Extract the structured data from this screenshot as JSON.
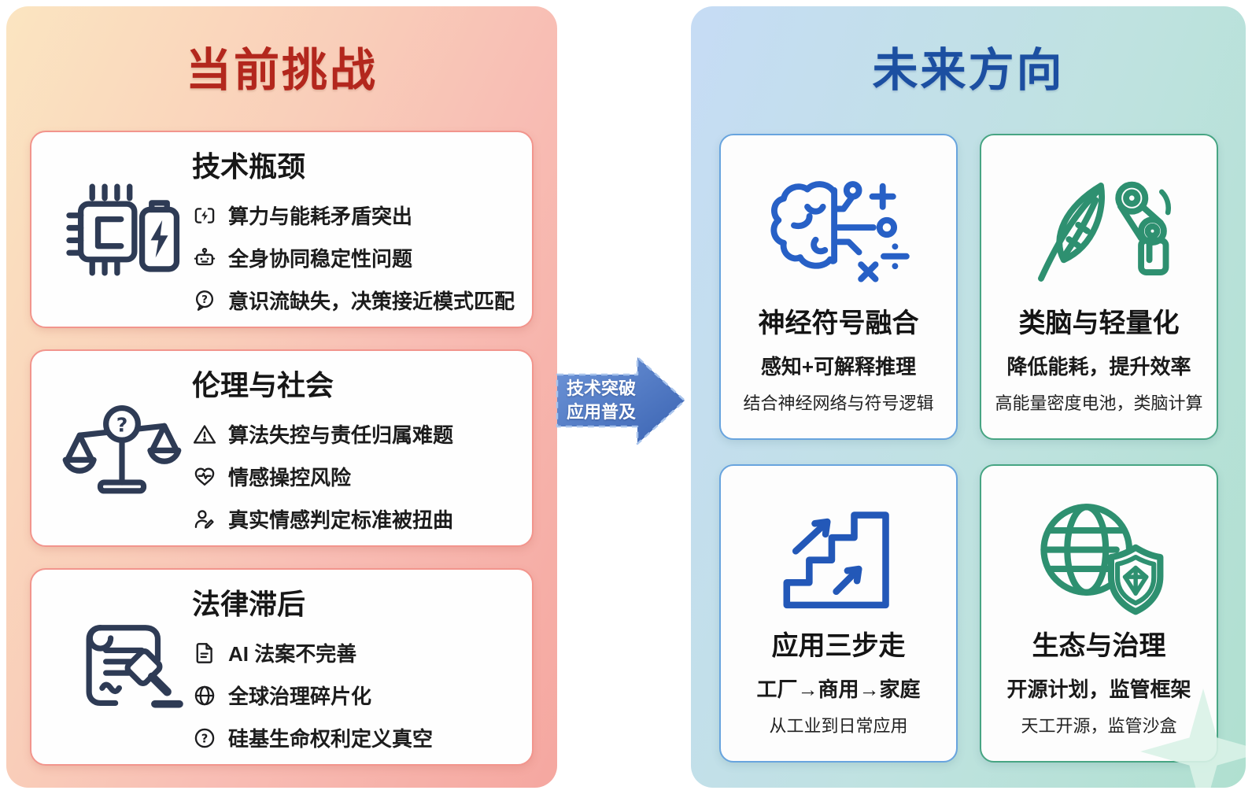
{
  "left_panel": {
    "title": "当前挑战",
    "title_color": "#B3271D",
    "bg_gradient": [
      "#FBE5C1",
      "#F5A7A0"
    ],
    "card_border_color": "#F2958D",
    "cards": [
      {
        "icon": "chip-battery-icon",
        "title": "技术瓶颈",
        "items": [
          {
            "icon": "battery-charging-icon",
            "text": "算力与能耗矛盾突出"
          },
          {
            "icon": "robot-icon",
            "text": "全身协同稳定性问题"
          },
          {
            "icon": "thought-question-icon",
            "text": "意识流缺失，决策接近模式匹配"
          }
        ]
      },
      {
        "icon": "scales-question-icon",
        "title": "伦理与社会",
        "items": [
          {
            "icon": "warning-triangle-icon",
            "text": "算法失控与责任归属难题"
          },
          {
            "icon": "heart-pulse-icon",
            "text": "情感操控风险"
          },
          {
            "icon": "person-edit-icon",
            "text": "真实情感判定标准被扭曲"
          }
        ]
      },
      {
        "icon": "scroll-gavel-icon",
        "title": "法律滞后",
        "items": [
          {
            "icon": "document-icon",
            "text": "AI 法案不完善"
          },
          {
            "icon": "globe-icon",
            "text": "全球治理碎片化"
          },
          {
            "icon": "question-circle-icon",
            "text": "硅基生命权利定义真空"
          }
        ]
      }
    ]
  },
  "arrow": {
    "line1": "技术突破",
    "line2": "应用普及",
    "fill_color": "#4674C1",
    "border_color": "#A9C4EC"
  },
  "right_panel": {
    "title": "未来方向",
    "title_color": "#1C4FA1",
    "bg_gradient": [
      "#C6DCF5",
      "#B0E0D0"
    ],
    "accent_blue": "#68A4DE",
    "accent_green": "#47A583",
    "cards": [
      {
        "accent": "blue",
        "icon": "brain-math-icon",
        "title": "神经符号融合",
        "subtitle": "感知+可解释推理",
        "description": "结合神经网络与符号逻辑"
      },
      {
        "accent": "green",
        "icon": "feather-robot-arm-icon",
        "title": "类脑与轻量化",
        "subtitle": "降低能耗，提升效率",
        "description": "高能量密度电池，类脑计算"
      },
      {
        "accent": "blue",
        "icon": "stairs-growth-icon",
        "title": "应用三步走",
        "subtitle": "工厂→商用→家庭",
        "description": "从工业到日常应用"
      },
      {
        "accent": "green",
        "icon": "globe-shield-icon",
        "title": "生态与治理",
        "subtitle": "开源计划，监管框架",
        "description": "天工开源，监管沙盒"
      }
    ]
  }
}
